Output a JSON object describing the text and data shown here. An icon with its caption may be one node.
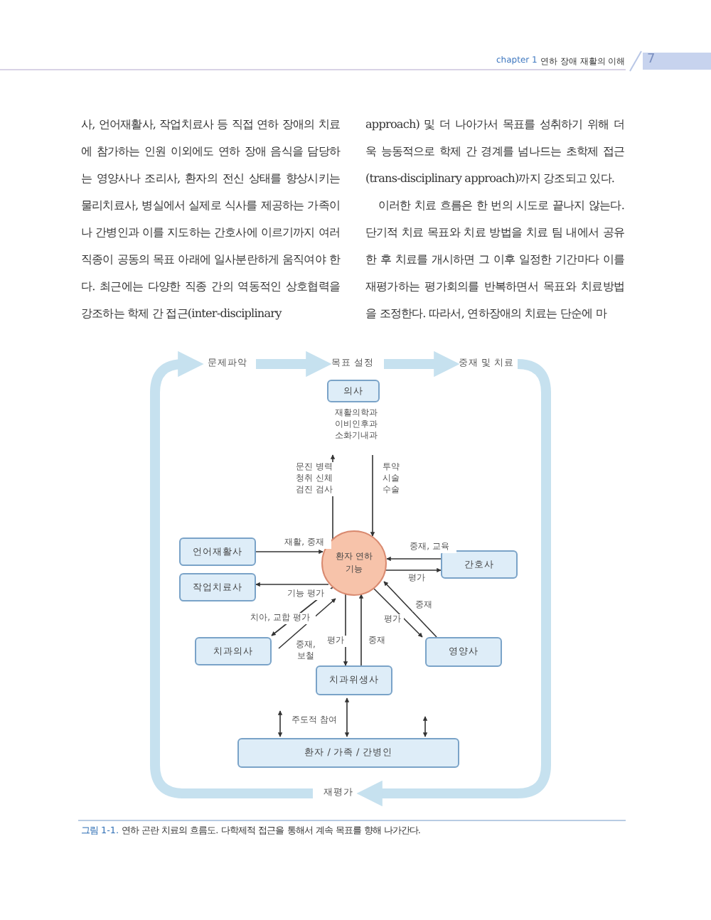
{
  "diagram": {
    "caption": "**그림 1-1.** 연하 곤란 치료의 흐름도. 다학제적 접근을 통해서 계속 목표를 향해 나가간다.",
    "nodes": [
      {
        "text": [
          "의사"
        ],
        "beside": [
          "재활의학과 이비인후과 소화기내과"
        ]
      },
      {
        "text": [
          "환자 연하기능"
        ]
      },
      {
        "text": [
          "언어재활사"
        ]
      },
      {
        "text": [
          "작업치료사"
        ]
      },
      {
        "text": [
          "간호사"
        ]
      },
      {
        "text": [
          "치과의사"
        ]
      },
      {
        "text": [
          "영양사"
        ]
      },
      {
        "text": [
          "치과위생사"
        ]
      },
      {
        "text": [
          "환자 / 가족 / 간병인"
        ]
      },
      {
        "text": [
          "문제파악"
        ]
      },
      {
        "text": [
          "목표 설정"
        ]
      },
      {
        "text": [
          "중재 및 치료"
        ]
      },
      {
        "text": [
          "재평가"
        ]
      }
    ],
    "edges": [
      {
        "from": 1,
        "to": 0,
        "arrow": "to",
        "label": "문진 병력청취 신체검진 검사"
      },
      {
        "from": 0,
        "to": 1,
        "arrow": "to",
        "label": "투약 시술 수술"
      },
      {
        "from": 2,
        "to": 1,
        "arrow": "to",
        "label": "재활, 중재"
      },
      {
        "from": 4,
        "to": 1,
        "arrow": "to",
        "label": "중재, 교육"
      },
      {
        "from": 1,
        "to": 4,
        "arrow": "to",
        "label": "평가"
      },
      {
        "from": 1,
        "to": 3,
        "arrow": "to",
        "label": "기능 평가"
      },
      {
        "from": 1,
        "to": 5,
        "arrow": "to",
        "label": "치아, 교합 평가"
      },
      {
        "from": 5,
        "to": 1,
        "arrow": "to",
        "label": "중재, 보철"
      },
      {
        "from": 1,
        "to": 7,
        "arrow": "to",
        "label": "평가"
      },
      {
        "from": 7,
        "to": 1,
        "arrow": "to",
        "label": "중재"
      },
      {
        "from": 1,
        "to": 6,
        "arrow": "to",
        "label": "평가"
      },
      {
        "from": 6,
        "to": 1,
        "arrow": "to",
        "label": "중재"
      },
      {
        "from": null,
        "to": 8,
        "arrow": "both",
        "label": "주도적 참여"
      },
      {
        "from": 7,
        "to": 8,
        "arrow": "both"
      },
      {
        "from": null,
        "to": 8,
        "arrow": "both"
      },
      {
        "from": 9,
        "to": 10,
        "arrow": "to",
        "style": "thick",
        "color": "#c6e1ef"
      },
      {
        "from": 10,
        "to": 11,
        "arrow": "to",
        "style": "thick",
        "color": "#c6e1ef"
      },
      {
        "from": 11,
        "to": 12,
        "arrow": "to",
        "style": "thick",
        "color": "#c6e1ef"
      },
      {
        "from": 12,
        "to": 9,
        "arrow": "to",
        "style": "thick",
        "color": "#c6e1ef"
      }
    ],
    "labels": [
      "chapter 1",
      "연하 장애 재활의 이해",
      "7",
      "사, 언어재활사, 작업치료사 등 직접 연하 장애의 치료에 참가하는 인원 이외에도 연하 장애 음식을 담당하는 영양사나 조리사, 환자의 전신 상태를 향상시키는 물리치료사, 병실에서 실제로 식사를 제공하는 가족이나 간병인과 이를 지도하는 간호사에 이르기까지 여러 직종이 공동의 목표 아래에 일사분란하게 움직여야 한다. 최근에는 다양한 직종 간의 역동적인 상호협력을 강조하는 학제 간 접근(inter-disciplinary",
      "approach) 및 더 나아가서 목표를 성취하기 위해 더욱 능동적으로 학제 간 경계를 넘나드는 초학제 접근(trans-disciplinary approach)까지 강조되고 있다.",
      "이러한 치료 흐름은 한 번의 시도로 끝나지 않는다. 단기적 치료 목표와 치료 방법을 치료 팀 내에서 공유한 후 치료를 개시하면 그 이후 일정한 기간마다 이를 재평가하는 평가회의를 반복하면서 목표와 치료방법을 조정한다. 따라서, 연하장애의 치료는 단순에 마"
    ]
  }
}
